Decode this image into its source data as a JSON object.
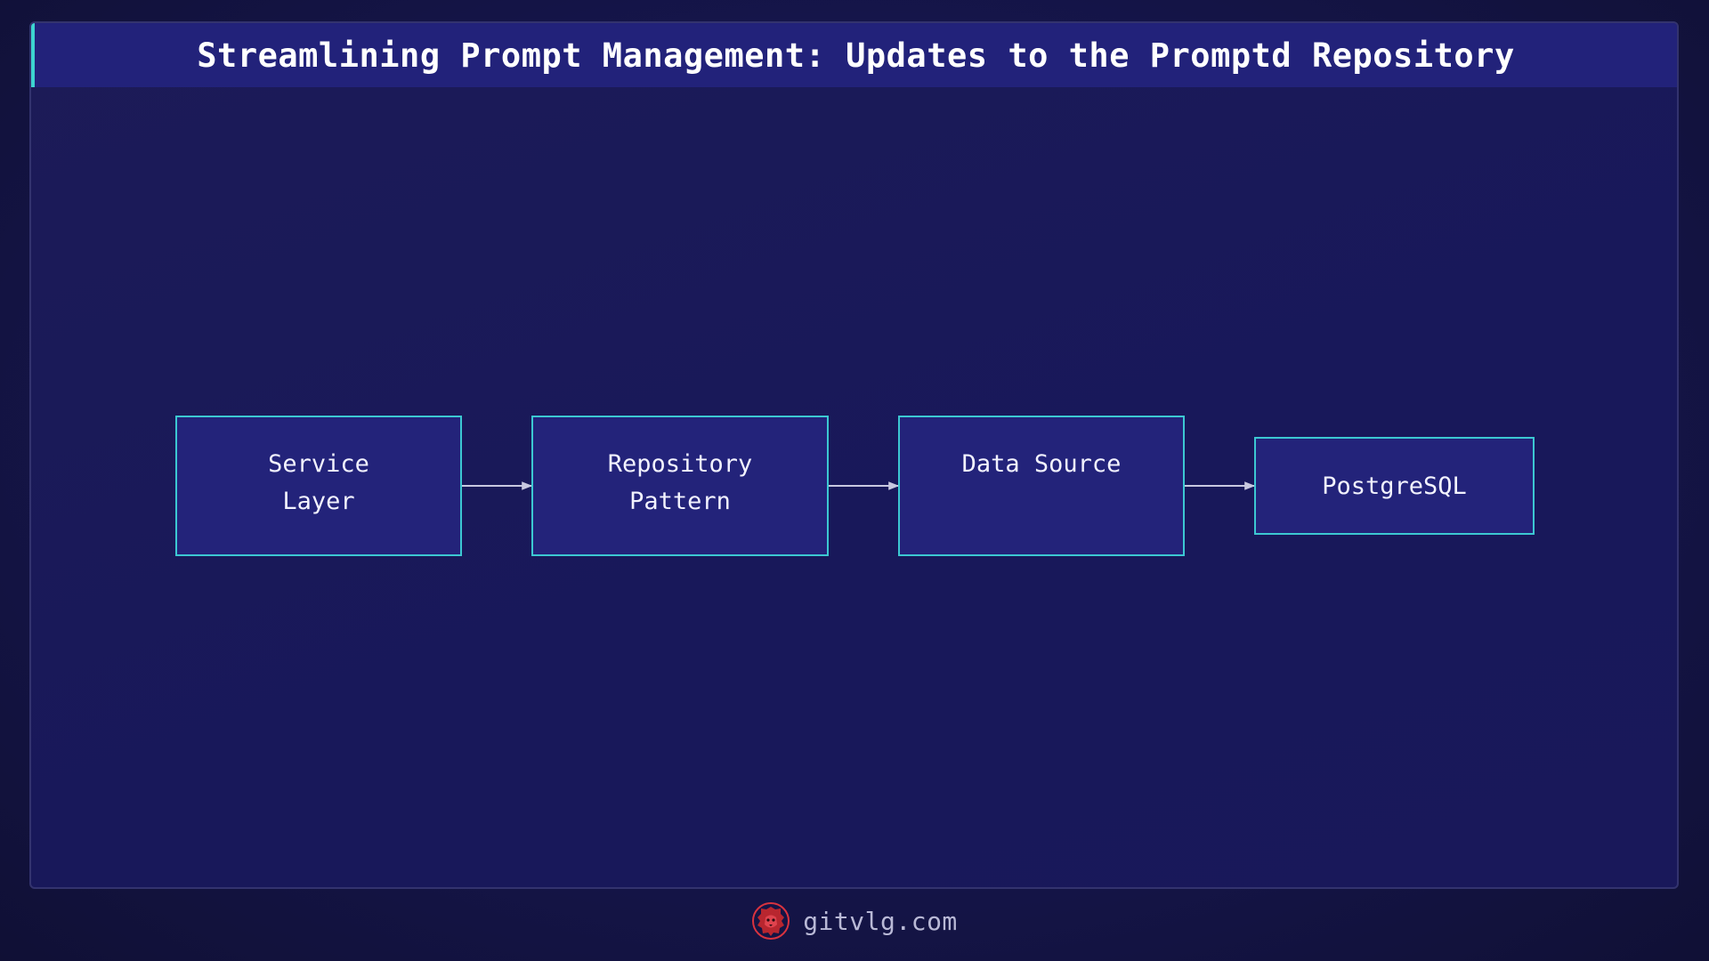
{
  "title": "Streamlining Prompt Management: Updates to the Promptd Repository",
  "diagram": {
    "nodes": [
      {
        "id": "service-layer",
        "label": "Service\nLayer"
      },
      {
        "id": "repository-pattern",
        "label": "Repository\nPattern"
      },
      {
        "id": "data-source",
        "label": "Data Source"
      },
      {
        "id": "postgresql",
        "label": "PostgreSQL"
      }
    ],
    "edges": [
      {
        "from": "service-layer",
        "to": "repository-pattern"
      },
      {
        "from": "repository-pattern",
        "to": "data-source"
      },
      {
        "from": "data-source",
        "to": "postgresql"
      }
    ]
  },
  "footer": {
    "site": "gitvlg.com",
    "logo_icon": "lion-head-icon"
  },
  "colors": {
    "background": "#15154a",
    "node_fill": "#23237a",
    "node_border": "#3cc8d2",
    "accent": "#3dd4d0",
    "edge": "#c8c8e0",
    "logo": "#d9333f"
  }
}
